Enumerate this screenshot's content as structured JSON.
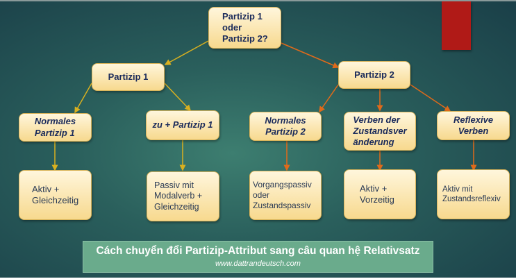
{
  "root": "Partizip 1\noder\nPartizip 2?",
  "level1": [
    "Partizip 1",
    "Partizip 2"
  ],
  "level2": [
    "Normales\nPartizip 1",
    "zu + Partizip 1",
    "Normales\nPartizip 2",
    "Verben der\nZustandsver\nänderung",
    "Reflexive\nVerben"
  ],
  "level3": [
    "Aktiv +\nGleichzeitig",
    "Passiv mit\nModalverb +\nGleichzeitig",
    "Vorgangspassiv\noder\nZustandspassiv",
    "Aktiv +\nVorzeitig",
    "Aktiv mit\nZustandsreflexiv"
  ],
  "banner": {
    "title": "Cách chuyển đổi Partizip-Attribut sang câu quan hệ Relativsatz",
    "url": "www.dattrandeutsch.com"
  },
  "colors": {
    "left_arrow": "#d8b020",
    "right_arrow": "#e06a1a",
    "accent_red": "#b01a17"
  }
}
